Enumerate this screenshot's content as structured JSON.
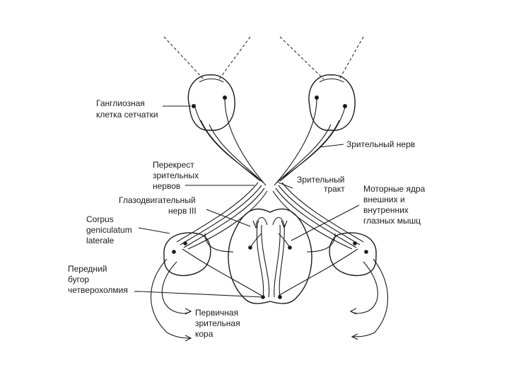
{
  "labels": {
    "ganglion_1": "Ганглиозная",
    "ganglion_2": "клетка сетчатки",
    "optic_nerve": "Зрительный нерв",
    "chiasm_1": "Перекрест",
    "chiasm_2": "зрительных",
    "chiasm_3": "нервов",
    "tract_1": "Зрительный",
    "tract_2": "тракт",
    "oculomotor_1": "Глазодвигательный",
    "oculomotor_2": "нерв III",
    "motor_1": "Моторные ядра",
    "motor_2": "внешних и",
    "motor_3": "внутренних",
    "motor_4": "глазных мышц",
    "corpus_1": "Corpus",
    "corpus_2": "geniculatum",
    "corpus_3": "laterale",
    "tubercle_1": "Передний",
    "tubercle_2": "бугор",
    "tubercle_3": "четверохолмия",
    "cortex_1": "Первичная",
    "cortex_2": "зрительная",
    "cortex_3": "кора"
  }
}
